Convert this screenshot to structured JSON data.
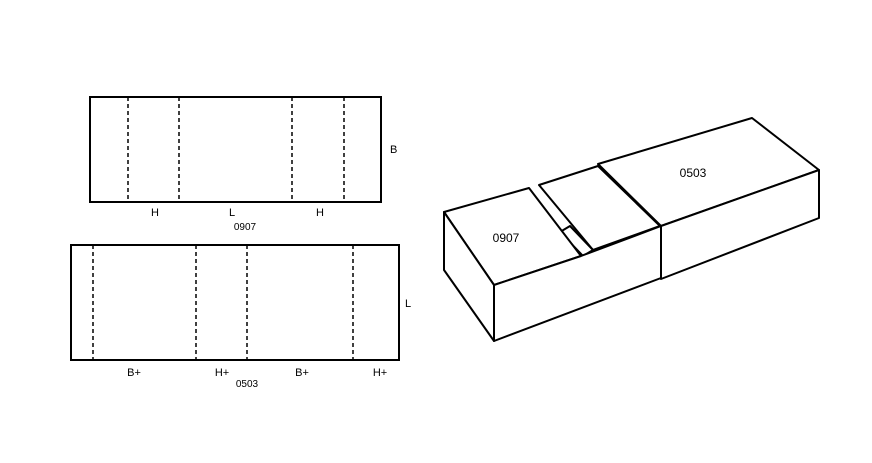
{
  "flat_0907": {
    "code": "0907",
    "side_label": "B",
    "panel_labels": [
      "H",
      "L",
      "H"
    ]
  },
  "flat_0503": {
    "code": "0503",
    "side_label": "L",
    "panel_labels": [
      "B+",
      "H+",
      "B+",
      "H+"
    ]
  },
  "box_3d": {
    "tray_label": "0907",
    "sleeve_label": "0503"
  },
  "colors": {
    "line": "#000000",
    "background": "#ffffff"
  }
}
